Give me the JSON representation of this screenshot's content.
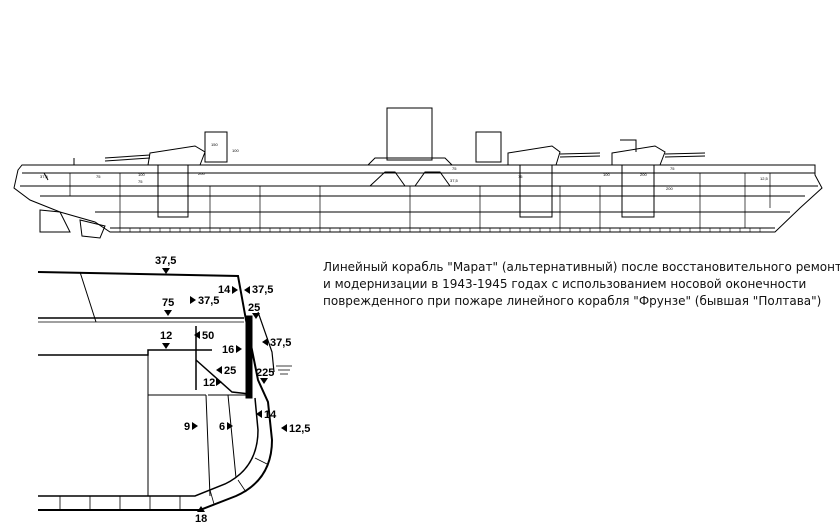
{
  "caption": {
    "lines": [
      "Линейный корабль \"Марат\" (альтернативный) после восстановительного ремонта",
      "и модернизации в 1943-1945 годах с использованием носовой оконечности",
      "поврежденного при пожаре линейного корабля \"Фрунзе\" (бывшая \"Полтава\")"
    ]
  },
  "section_labels": {
    "upper_deck_top": "37,5",
    "upper_deck_side": "37,5",
    "belt_top_14": "14",
    "deck2": "75",
    "deck2_side": "37,5",
    "belt_upper": "25",
    "deck3": "12",
    "bulkhead_50": "50",
    "belt_16": "16",
    "belt_side_37": "37,5",
    "slope_25": "25",
    "slope_12": "12",
    "belt_main": "225",
    "bulkhead_9": "9",
    "bulkhead_6": "6",
    "lower_14": "14",
    "lower_12": "12,5",
    "bottom": "18"
  },
  "profile_marks": [
    "100",
    "75",
    "75",
    "37,5",
    "150",
    "100",
    "200",
    "75",
    "37,5",
    "75",
    "100",
    "200",
    "75",
    "200",
    "12,5"
  ]
}
